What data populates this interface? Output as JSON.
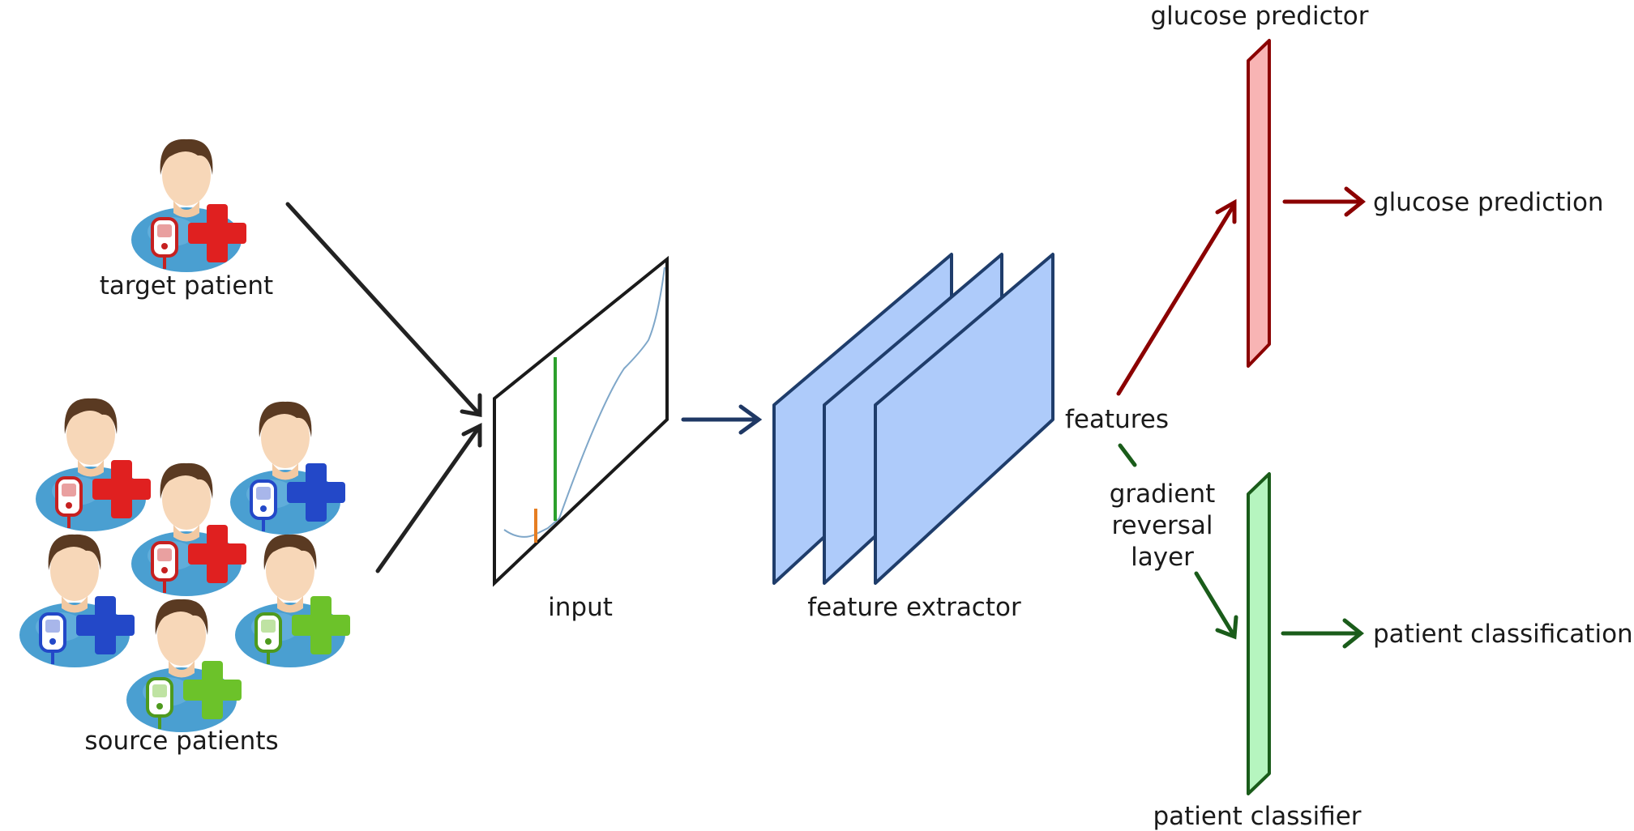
{
  "labels": {
    "target_patient": "target patient",
    "source_patients": "source patients",
    "input": "input",
    "feature_extractor": "feature extractor",
    "features": "features",
    "grl_line1": "gradient",
    "grl_line2": "reversal",
    "grl_line3": "layer",
    "glucose_predictor": "glucose predictor",
    "glucose_prediction": "glucose prediction",
    "patient_classifier": "patient classifier",
    "patient_classification": "patient classification"
  },
  "icons": {
    "target_patient": "patient-red-glucometer-icon",
    "source_patients": [
      "patient-red-glucometer-icon",
      "patient-blue-glucometer-icon",
      "patient-red-glucometer-icon",
      "patient-blue-glucometer-icon",
      "patient-green-glucometer-icon",
      "patient-green-glucometer-icon"
    ]
  },
  "colors": {
    "text": "#1a1a1a",
    "arrow_dark": "#222222",
    "arrow_navy": "#1f3864",
    "feature_fill": "#aecbfa",
    "feature_stroke": "#1f3d6b",
    "predictor_fill": "#f8b4b4",
    "predictor_stroke": "#8b0000",
    "classifier_fill": "#b6f5bf",
    "classifier_stroke": "#1a5c1a",
    "signal_green": "#2ca02c",
    "signal_orange": "#e67e22",
    "signal_blue": "#7fa7c9",
    "skin": "#f7d7b8",
    "hair": "#5a3a22",
    "shirt": "#4a9fd1",
    "plus_red": "#e02020",
    "plus_blue": "#2348c8",
    "plus_green": "#6cc22a"
  }
}
